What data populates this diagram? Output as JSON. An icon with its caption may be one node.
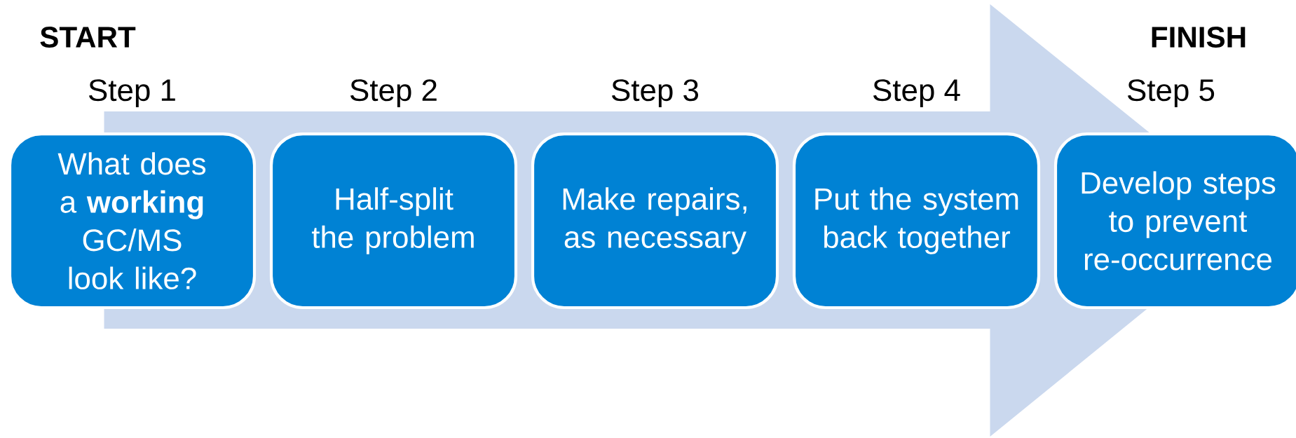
{
  "diagram": {
    "nodes": [
      {
        "text": [
          "What does a **working** GC/MS look like?"
        ],
        "beside": [
          "Step 1"
        ]
      },
      {
        "text": [
          "Half-split the problem"
        ],
        "beside": [
          "Step 2"
        ]
      },
      {
        "text": [
          "Make repairs, as necessary"
        ],
        "beside": [
          "Step 3"
        ]
      },
      {
        "text": [
          "Put the system back together"
        ],
        "beside": [
          "Step 4"
        ]
      },
      {
        "text": [
          "Develop steps to prevent re-occurrence"
        ],
        "beside": [
          "Step 5"
        ]
      }
    ],
    "edges": [
      {
        "from": 0,
        "to": 4,
        "arrow": "to"
      }
    ],
    "labels": [
      "START",
      "FINISH"
    ]
  }
}
